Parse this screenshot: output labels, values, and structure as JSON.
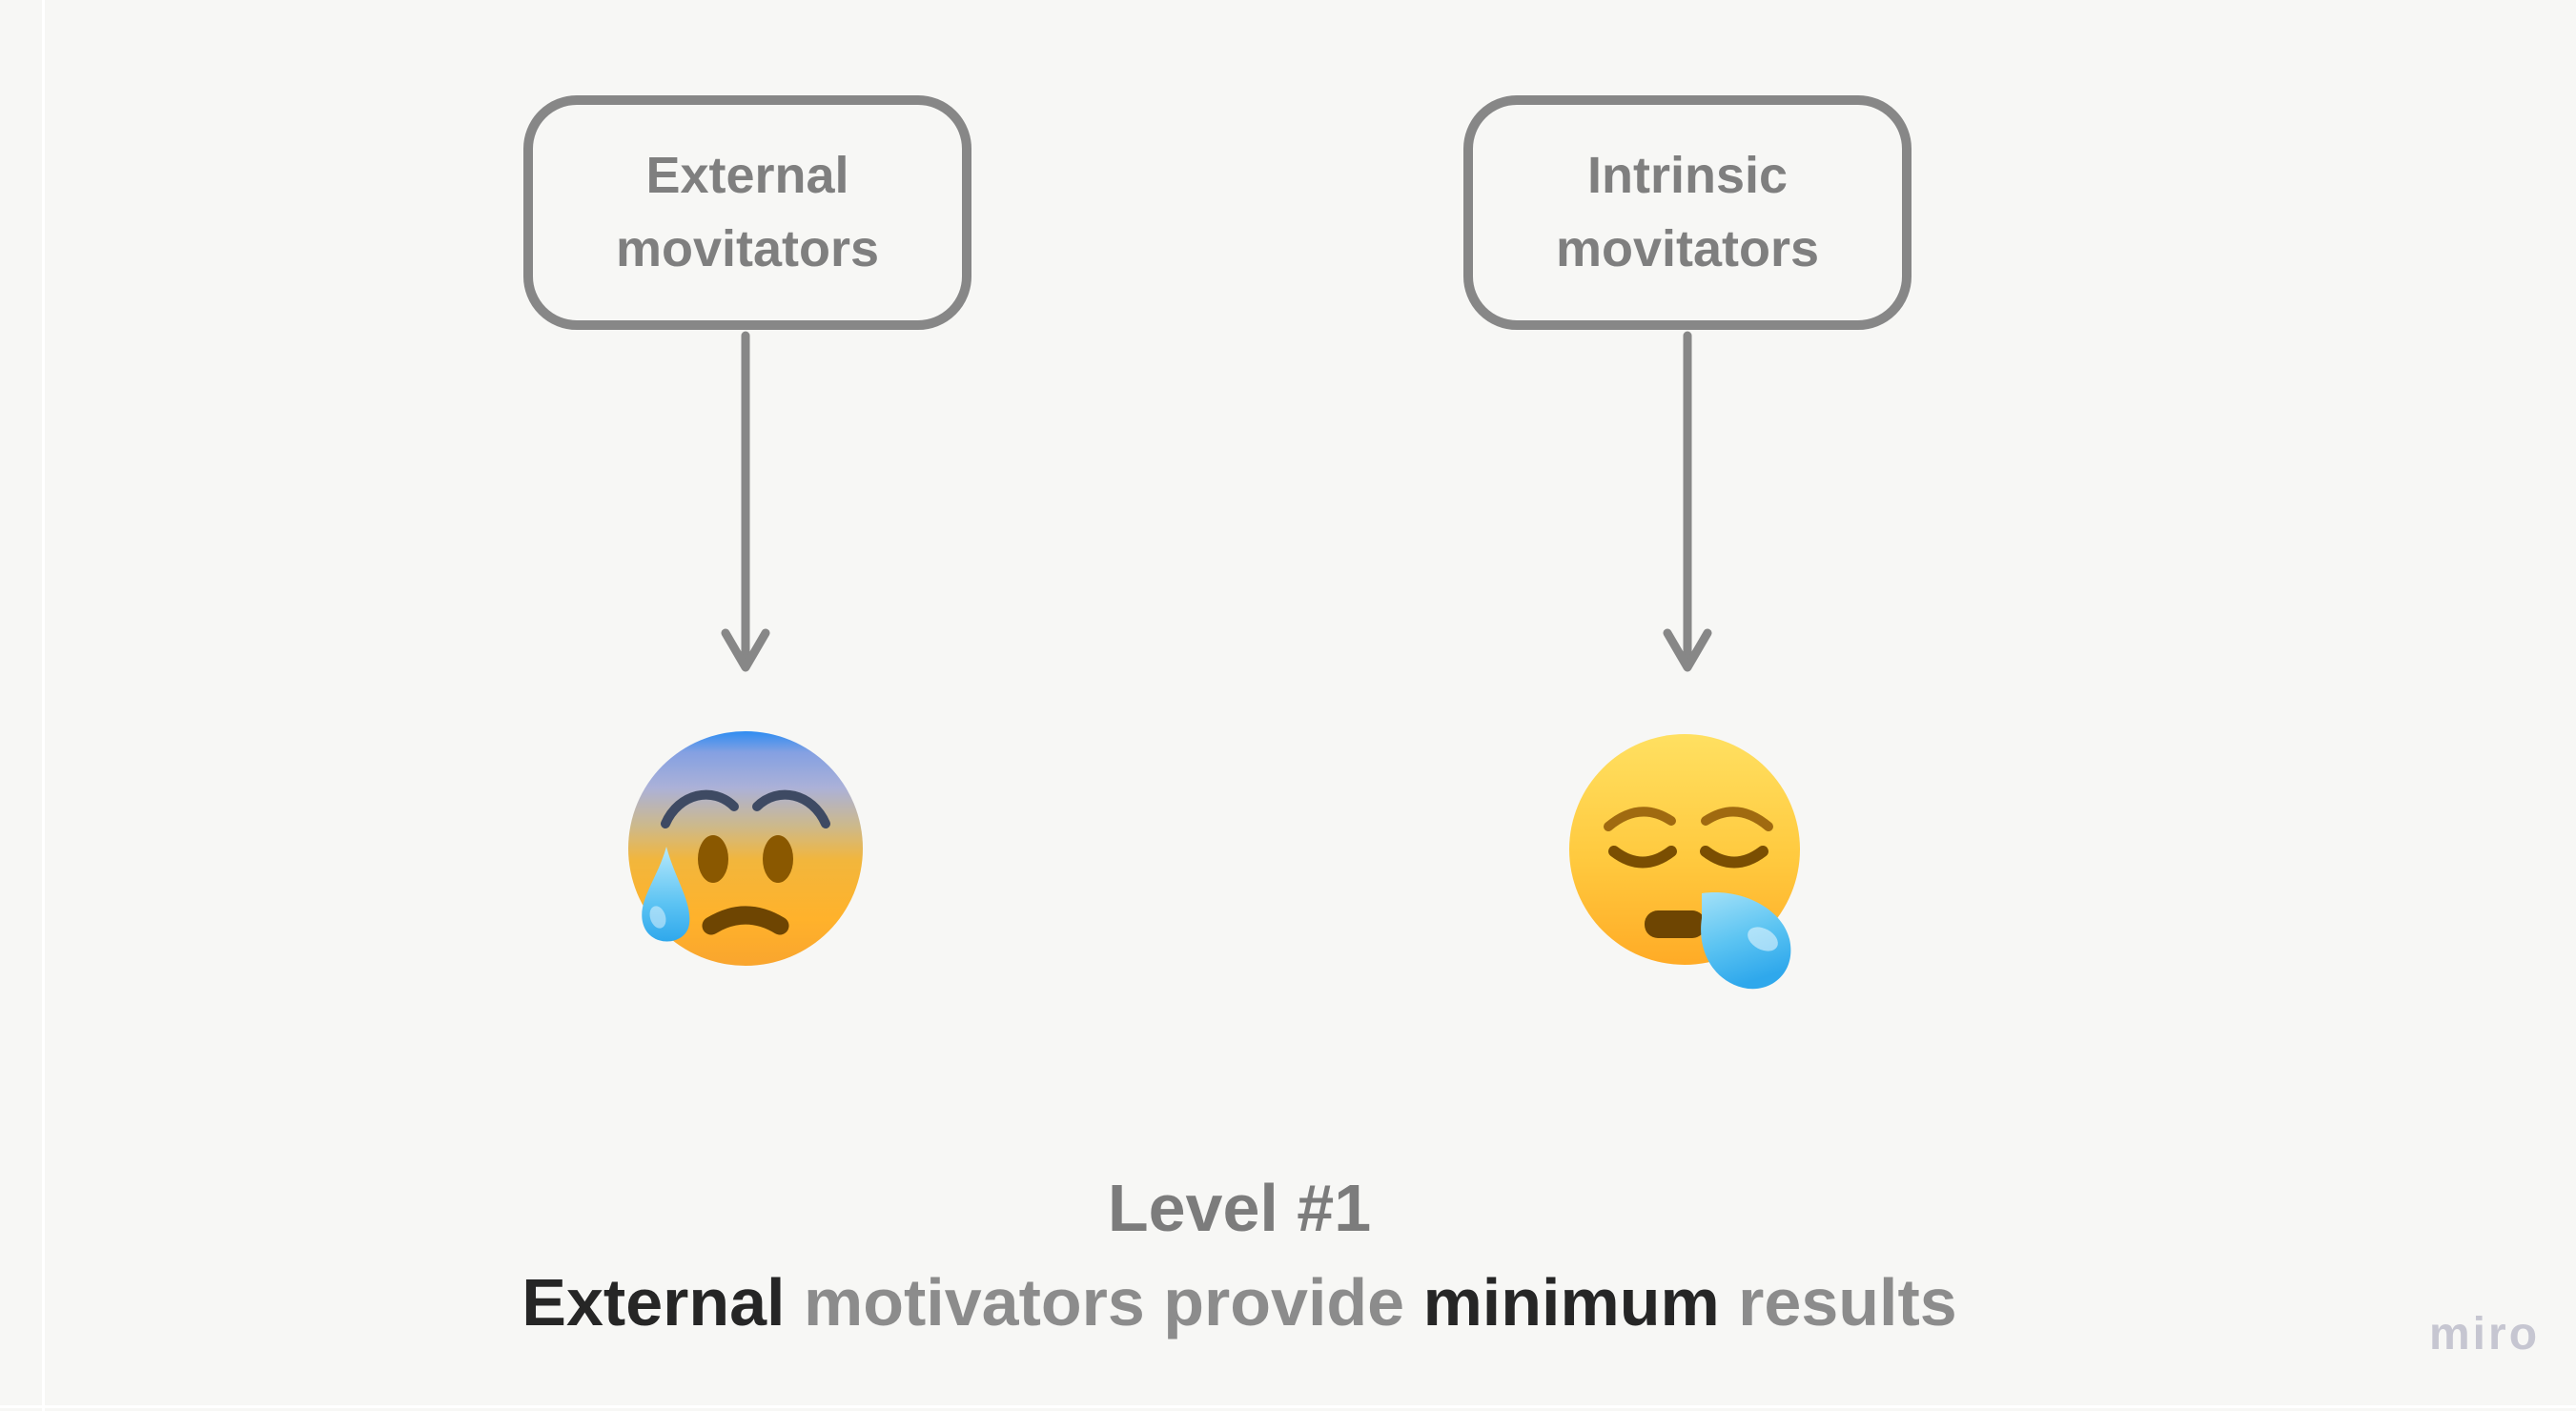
{
  "frame": {
    "background": "#f7f7f5",
    "separator_color": "#ffffff"
  },
  "nodes": {
    "external": {
      "label": "External\nmovitators"
    },
    "intrinsic": {
      "label": "Intrinsic\nmovitators"
    }
  },
  "emojis": {
    "external_result": {
      "name": "anxious-face-with-cold-sweat",
      "char": "😰"
    },
    "intrinsic_result": {
      "name": "sleepy-face",
      "char": "😪"
    }
  },
  "caption": {
    "line1": "Level #1",
    "line2": [
      {
        "text": "External ",
        "strong": true
      },
      {
        "text": "motivators provide ",
        "strong": false
      },
      {
        "text": "minimum ",
        "strong": true
      },
      {
        "text": "results",
        "strong": false
      }
    ]
  },
  "watermark": {
    "label": "miro"
  },
  "colors": {
    "shape_border": "#878787",
    "shape_text": "#7f7f7f",
    "arrow": "#878787",
    "caption_heading": "#7c7c7c",
    "caption_muted": "#8c8c8c",
    "caption_strong": "#262626",
    "watermark": "#c6c6d1",
    "emoji_sweat_blue": "#38acee",
    "emoji_face_yellow": "#ffb12b"
  }
}
